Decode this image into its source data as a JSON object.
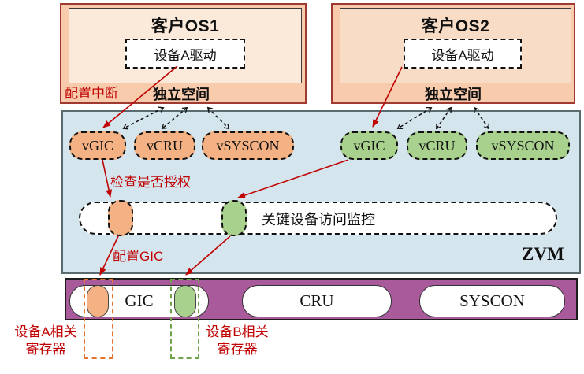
{
  "colors": {
    "guest_fill": "#F8CBAD",
    "guest_border": "#A0392F",
    "guest_inner_os1": "#FBE9DA",
    "guest_inner_os2": "#F8DCC6",
    "zvm_fill": "#D5E5EE",
    "hardware_bar_fill": "#A85A9B",
    "device_a_color": "#F4B183",
    "device_b_color": "#A9D18E",
    "annotation_red": "#C00000"
  },
  "guest_os1": {
    "title": "客户OS1",
    "driver_label": "设备A驱动",
    "space_label": "独立空间"
  },
  "guest_os2": {
    "title": "客户OS2",
    "driver_label": "设备A驱动",
    "space_label": "独立空间"
  },
  "zvm": {
    "label": "ZVM",
    "monitor_label": "关键设备访问监控",
    "os1_vdevices": [
      "vGIC",
      "vCRU",
      "vSYSCON"
    ],
    "os2_vdevices": [
      "vGIC",
      "vCRU",
      "vSYSCON"
    ]
  },
  "hardware": {
    "devices": [
      "GIC",
      "CRU",
      "SYSCON"
    ]
  },
  "annotations": {
    "configure_interrupt": "配置中断",
    "check_authorization": "检查是否授权",
    "configure_gic": "配置GIC",
    "device_a_registers": "设备A相关寄存器",
    "device_b_registers": "设备B相关寄存器"
  }
}
